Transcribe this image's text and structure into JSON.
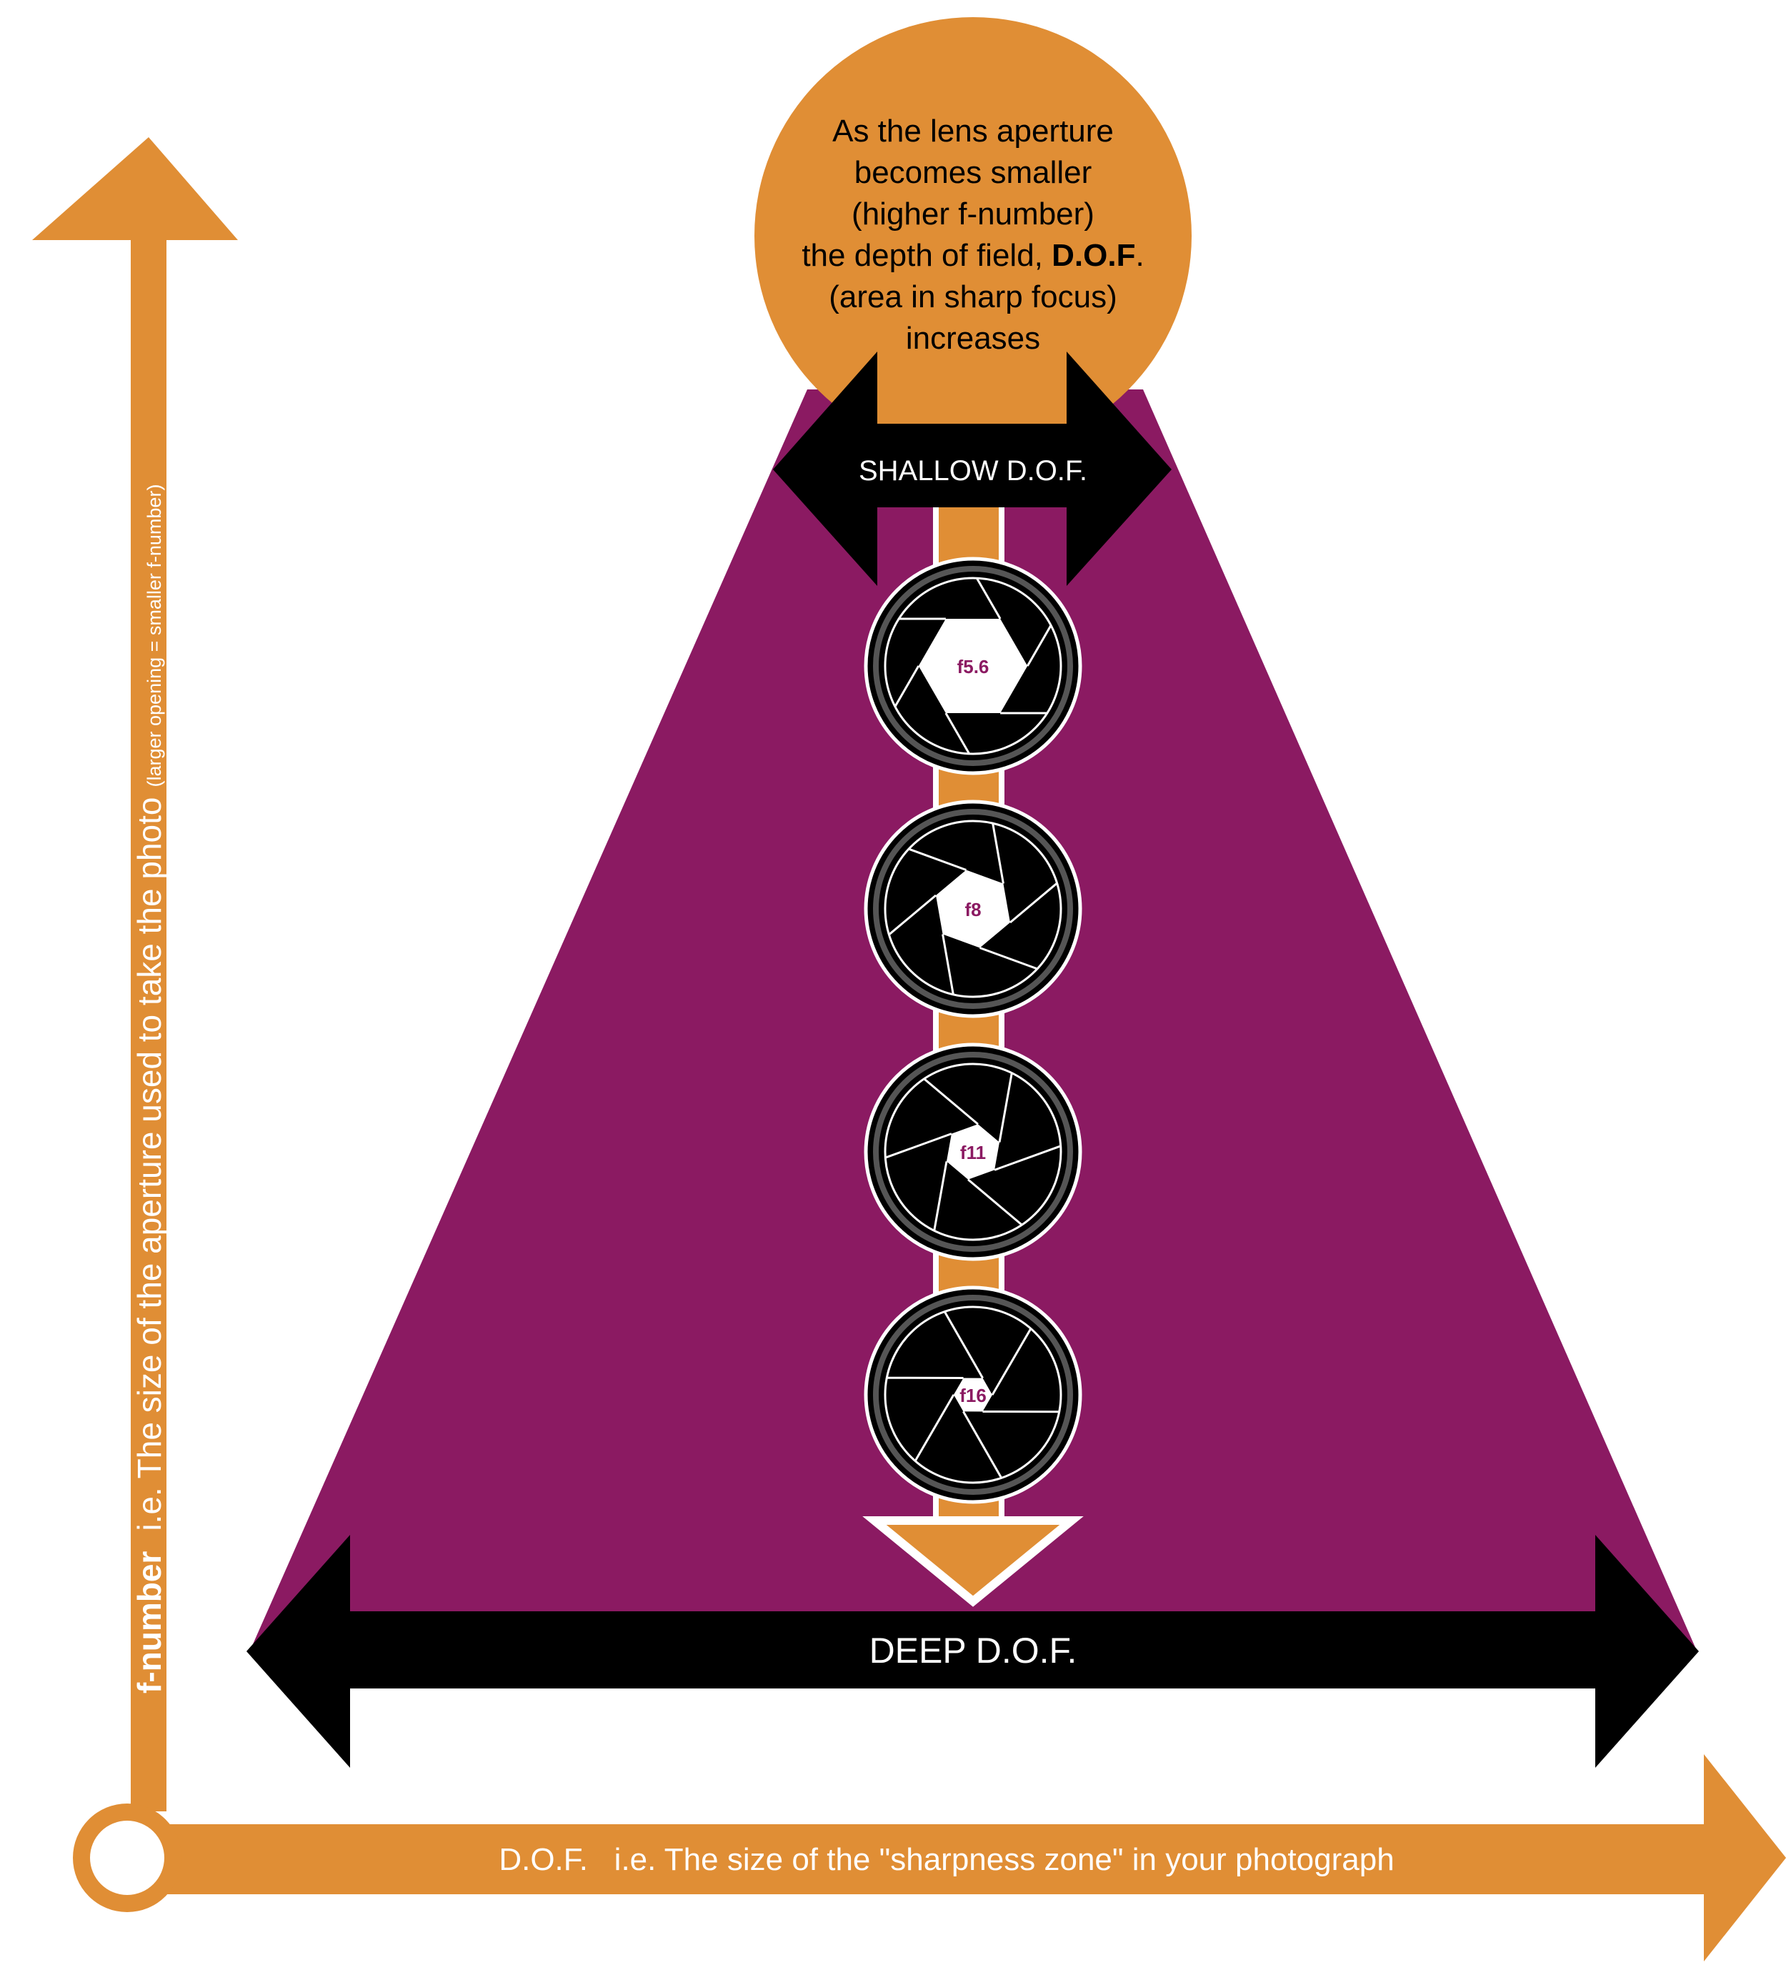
{
  "callout": {
    "line1": "As the lens aperture",
    "line2": "becomes smaller",
    "line3": "(higher f-number)",
    "line4_prefix": "the depth of field, ",
    "line4_bold": "D.O.F",
    "line4_suffix": ".",
    "line5": "(area in sharp focus)",
    "line6": "increases"
  },
  "shallow_label": "SHALLOW D.O.F.",
  "deep_label": "DEEP D.O.F.",
  "y_axis": {
    "bold": "f-number",
    "text": "i.e. The size of the aperture used to take the photo",
    "small": "(larger opening = smaller f-number)"
  },
  "x_axis": {
    "text": "D.O.F.   i.e. The size of the \"sharpness zone\" in your photograph"
  },
  "apertures": [
    {
      "label": "f5.6",
      "opening": 0.62
    },
    {
      "label": "f8",
      "opening": 0.45
    },
    {
      "label": "f11",
      "opening": 0.32
    },
    {
      "label": "f16",
      "opening": 0.22
    }
  ],
  "colors": {
    "orange": "#E08E35",
    "purple": "#8B1A62",
    "black": "#000000",
    "white": "#FFFFFF",
    "ring": "#555555",
    "label": "#8B1A62"
  }
}
